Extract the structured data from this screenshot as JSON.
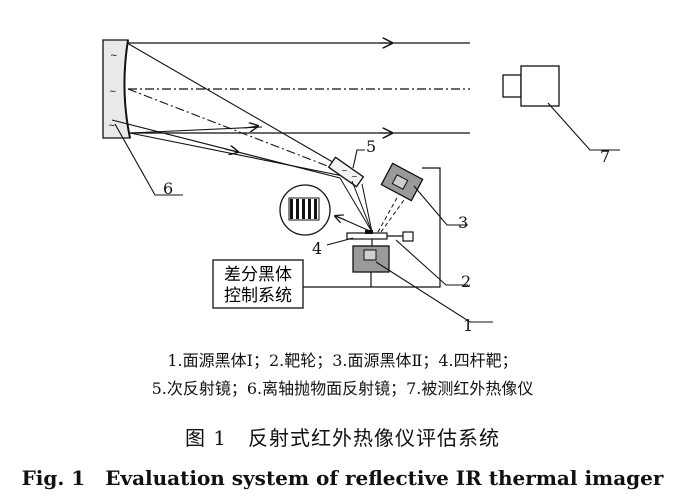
{
  "diagram": {
    "callouts": [
      "1",
      "2",
      "3",
      "4",
      "5",
      "6",
      "7"
    ],
    "control_box_lines": [
      "差分黑体",
      "控制系统"
    ]
  },
  "legend": {
    "line1": "1.面源黑体Ⅰ；2.靶轮；3.面源黑体Ⅱ；4.四杆靶；",
    "line2": "5.次反射镜；6.离轴抛物面反射镜；7.被测红外热像仪"
  },
  "caption": {
    "cn": "图 1　反射式红外热像仪评估系统",
    "en": "Fig. 1　Evaluation system of reflective IR thermal imager"
  }
}
